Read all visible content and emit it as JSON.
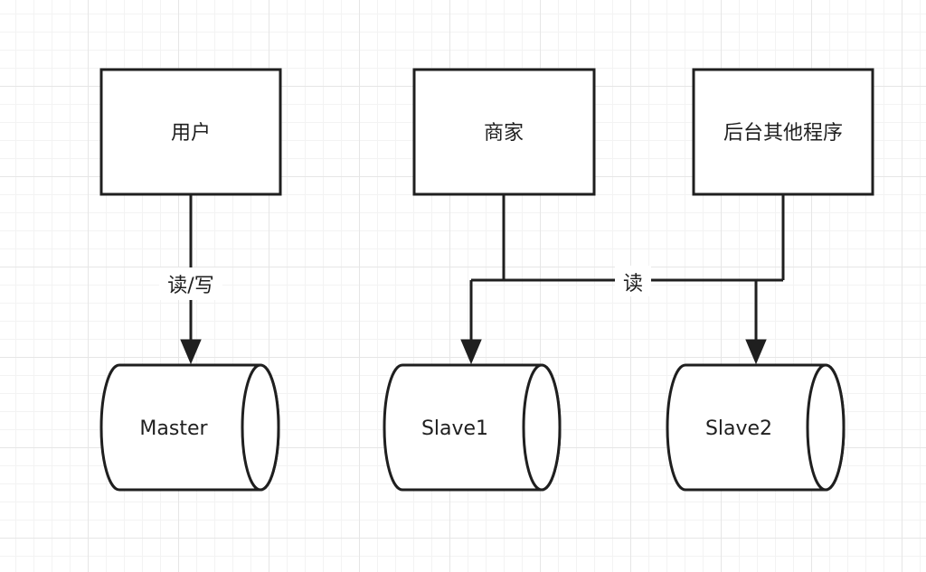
{
  "nodes": {
    "user": {
      "label": "用户"
    },
    "merchant": {
      "label": "商家"
    },
    "backend": {
      "label": "后台其他程序"
    }
  },
  "databases": {
    "master": {
      "label": "Master"
    },
    "slave1": {
      "label": "Slave1"
    },
    "slave2": {
      "label": "Slave2"
    }
  },
  "edges": {
    "user_to_master": {
      "label": "读/写"
    },
    "read_to_slaves": {
      "label": "读"
    }
  }
}
